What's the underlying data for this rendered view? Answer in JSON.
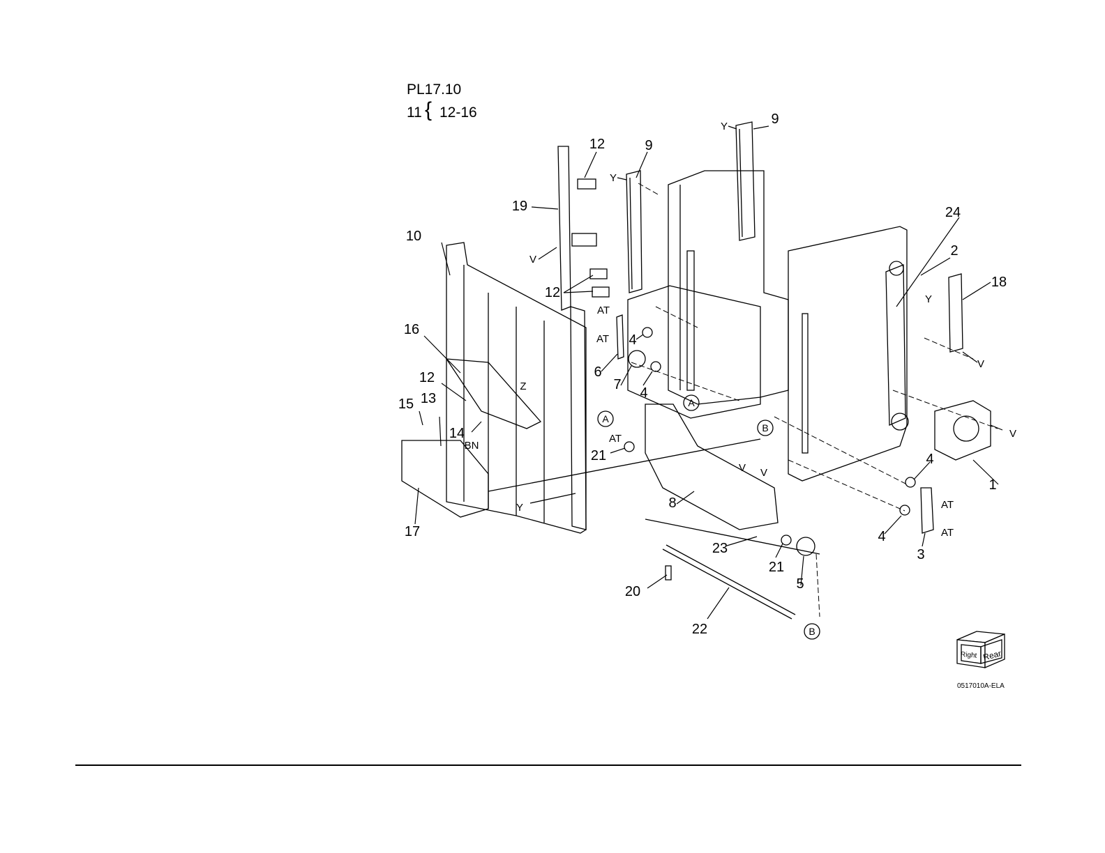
{
  "header": {
    "plate_ref": "PL17.10",
    "subassembly_parent": "11",
    "subassembly_range": "12-16"
  },
  "orientation_cube": {
    "face_left": "Right",
    "face_right": "Rear"
  },
  "figure_code": "0517010A-ELA",
  "callouts": {
    "n1": "1",
    "n2": "2",
    "n3": "3",
    "n4": "4",
    "n5": "5",
    "n6": "6",
    "n7": "7",
    "n8": "8",
    "n9": "9",
    "n10": "10",
    "n12": "12",
    "n13": "13",
    "n14": "14",
    "n15": "15",
    "n16": "16",
    "n17": "17",
    "n18": "18",
    "n19": "19",
    "n20": "20",
    "n21": "21",
    "n22": "22",
    "n23": "23",
    "n24": "24"
  },
  "letters": {
    "Y": "Y",
    "V": "V",
    "AT": "AT",
    "Z": "Z",
    "BN": "BN"
  },
  "connectors": {
    "A": "A",
    "B": "B"
  }
}
